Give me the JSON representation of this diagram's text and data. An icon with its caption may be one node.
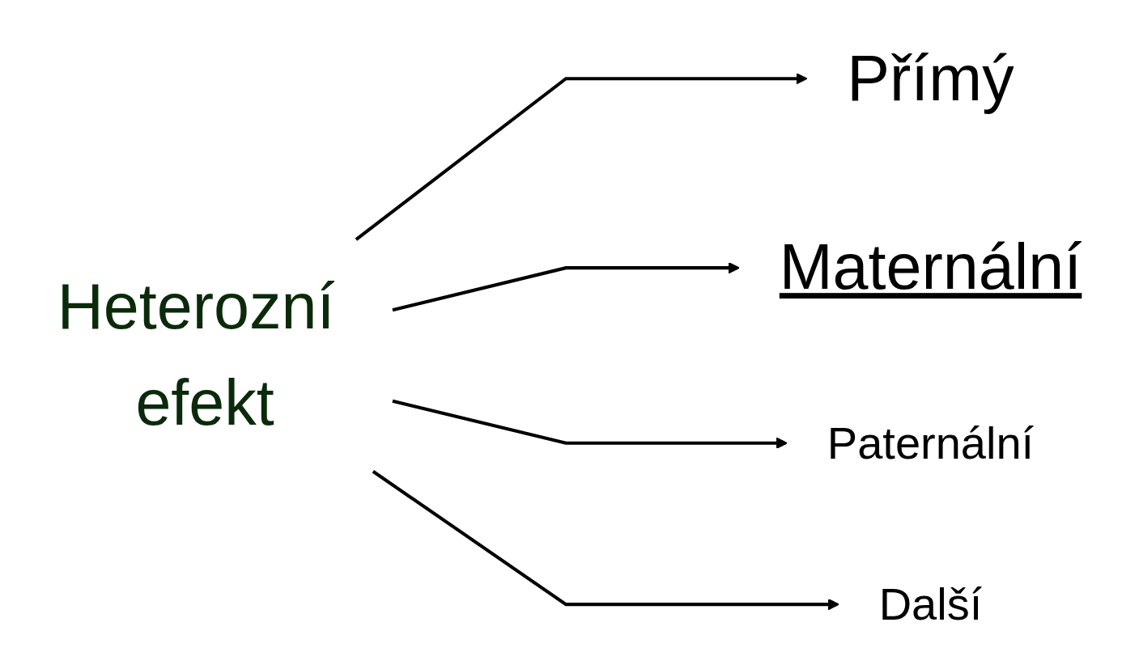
{
  "diagram": {
    "nodes": [
      {
        "text": [
          "Heterozní efekt"
        ]
      },
      {
        "text": [
          "Přímý"
        ]
      },
      {
        "text": [
          "Maternální"
        ]
      },
      {
        "text": [
          "Paternální"
        ]
      },
      {
        "text": [
          "Další"
        ]
      }
    ],
    "edges": [
      {
        "from": 0,
        "to": 1,
        "arrow": "to"
      },
      {
        "from": 0,
        "to": 2,
        "arrow": "to"
      },
      {
        "from": 0,
        "to": 3,
        "arrow": "to"
      },
      {
        "from": 0,
        "to": 4,
        "arrow": "to"
      }
    ]
  }
}
